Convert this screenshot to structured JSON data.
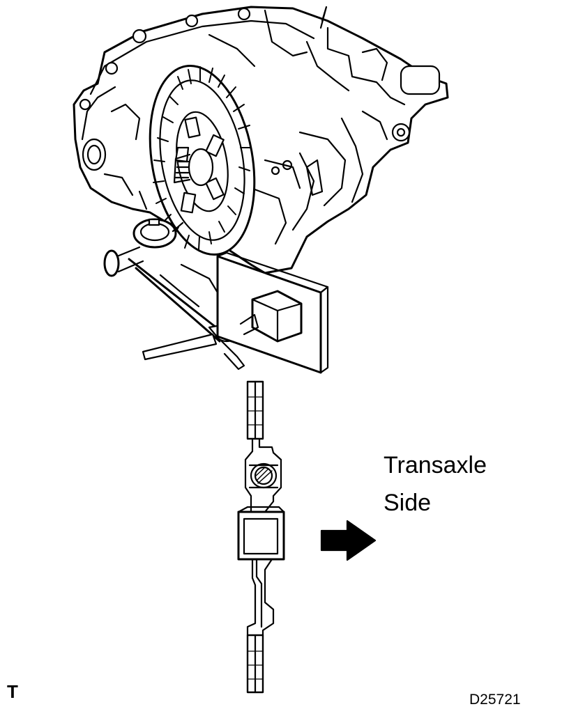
{
  "labels": {
    "direction_line1": "Transaxle",
    "direction_line2": "Side",
    "corner_mark": "T",
    "figure_id": "D25721"
  },
  "icons": {
    "direction_arrow": "arrow-right-icon"
  },
  "colors": {
    "ink": "#000000",
    "paper": "#ffffff"
  }
}
